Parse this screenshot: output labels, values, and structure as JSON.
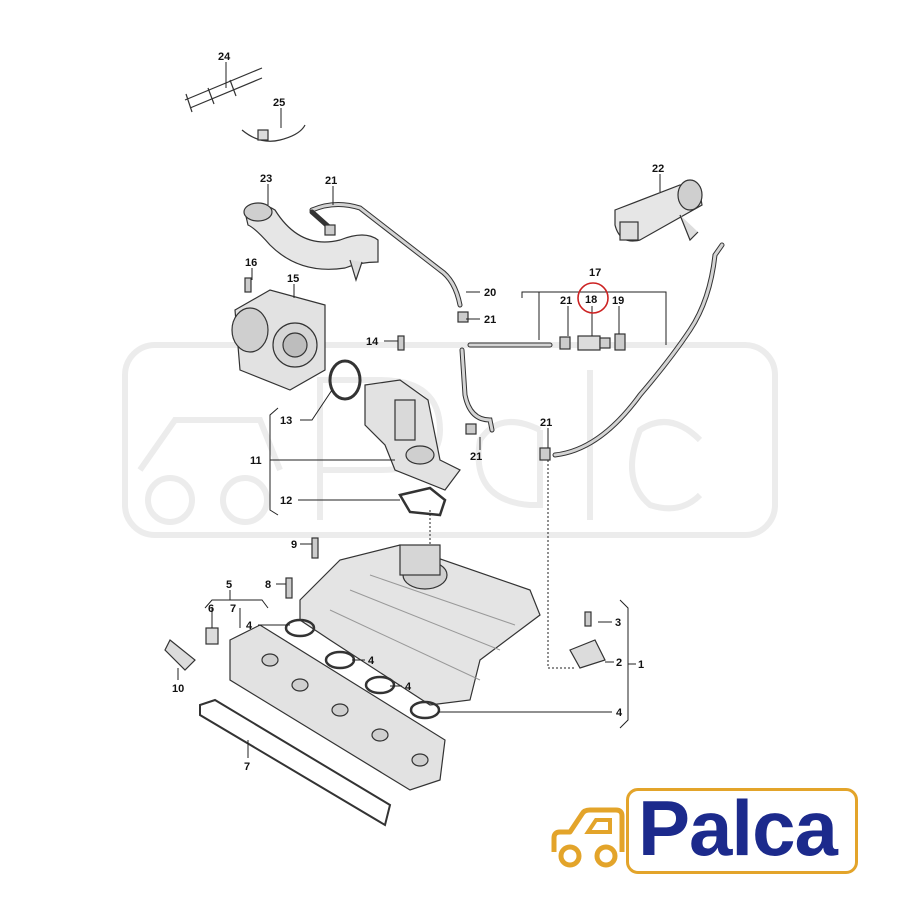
{
  "diagram": {
    "labels": [
      {
        "id": "c24",
        "text": "24"
      },
      {
        "id": "c25",
        "text": "25"
      },
      {
        "id": "c23",
        "text": "23"
      },
      {
        "id": "c21a",
        "text": "21"
      },
      {
        "id": "c22",
        "text": "22"
      },
      {
        "id": "c16",
        "text": "16"
      },
      {
        "id": "c15",
        "text": "15"
      },
      {
        "id": "c17",
        "text": "17"
      },
      {
        "id": "c20",
        "text": "20"
      },
      {
        "id": "c21b",
        "text": "21"
      },
      {
        "id": "c21c",
        "text": "21"
      },
      {
        "id": "c18",
        "text": "18"
      },
      {
        "id": "c19",
        "text": "19"
      },
      {
        "id": "c14",
        "text": "14"
      },
      {
        "id": "c13",
        "text": "13"
      },
      {
        "id": "c21d",
        "text": "21"
      },
      {
        "id": "c11",
        "text": "11"
      },
      {
        "id": "c21e",
        "text": "21"
      },
      {
        "id": "c12",
        "text": "12"
      },
      {
        "id": "c9",
        "text": "9"
      },
      {
        "id": "c5",
        "text": "5"
      },
      {
        "id": "c8",
        "text": "8"
      },
      {
        "id": "c6",
        "text": "6"
      },
      {
        "id": "c7a",
        "text": "7"
      },
      {
        "id": "c4a",
        "text": "4"
      },
      {
        "id": "c4b",
        "text": "4"
      },
      {
        "id": "c4c",
        "text": "4"
      },
      {
        "id": "c3",
        "text": "3"
      },
      {
        "id": "c2",
        "text": "2"
      },
      {
        "id": "c1",
        "text": "1"
      },
      {
        "id": "c10",
        "text": "10"
      },
      {
        "id": "c4d",
        "text": "4"
      },
      {
        "id": "c7b",
        "text": "7"
      }
    ],
    "highlighted_part": "18",
    "highlight_color": "#cc2222",
    "watermark_text": "Palca"
  },
  "logo": {
    "text": "Palca",
    "text_color": "#1c2a8c",
    "accent_color": "#e3a42a",
    "icon": "car-icon"
  }
}
